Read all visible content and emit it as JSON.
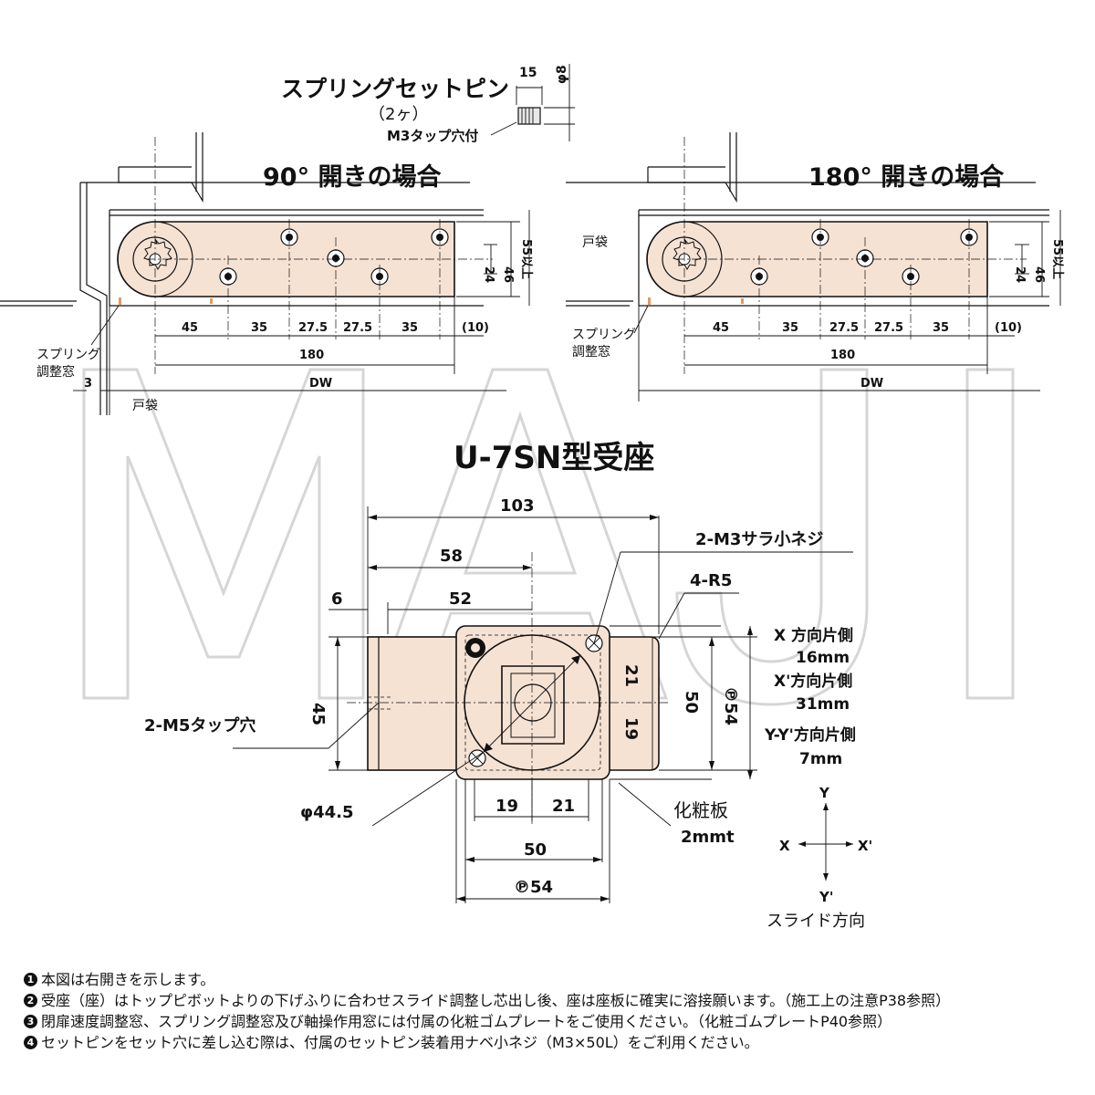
{
  "watermark": "MAJI",
  "spring_pin": {
    "title": "スプリングセットピン",
    "count": "（2ヶ）",
    "tap": "M3タップ穴付",
    "length": "15",
    "dia": "φ8"
  },
  "left_view": {
    "title": "90° 開きの場合",
    "dims": [
      "45",
      "35",
      "27.5",
      "27.5",
      "35",
      "(10)"
    ],
    "total": "180",
    "dw": "DW",
    "h24": "24",
    "h46": "46",
    "h55": "55以上",
    "spring_window": "スプリング\n調整窓",
    "gap": "3",
    "tobukuro": "戸袋"
  },
  "right_view": {
    "title": "180° 開きの場合",
    "dims": [
      "45",
      "35",
      "27.5",
      "27.5",
      "35",
      "(10)"
    ],
    "total": "180",
    "dw": "DW",
    "h24": "24",
    "h46": "46",
    "h55": "55以上",
    "spring_window": "スプリング\n調整窓",
    "tobukuro": "戸袋"
  },
  "receiver": {
    "title": "U-7SN型受座",
    "d103": "103",
    "d58": "58",
    "d6": "6",
    "d52": "52",
    "screw": "2-M3サラ小ネジ",
    "r5": "4-R5",
    "d45": "45",
    "tap": "2-M5タップ穴",
    "d21v": "21",
    "d19v": "19",
    "d50v": "50",
    "p54v": "℗54",
    "phi": "φ44.5",
    "d19h": "19",
    "d21h": "21",
    "d50h": "50",
    "p54h": "℗54",
    "plate": "化粧板",
    "plate_t": "2mmt",
    "x_dir": "X 方向片側",
    "x_val": "16mm",
    "xp_dir": "X'方向片側",
    "xp_val": "31mm",
    "yy_dir": "Y-Y'方向片側",
    "yy_val": "7mm",
    "ax_y": "Y",
    "ax_yp": "Y'",
    "ax_x": "X",
    "ax_xp": "X'",
    "slide": "スライド方向"
  },
  "notes": [
    {
      "num": "1",
      "text": "本図は右開きを示します。"
    },
    {
      "num": "2",
      "text": "受座（座）はトップピボットよりの下げふりに合わせスライド調整し芯出し後、座は座板に確実に溶接願います。（施工上の注意P38参照）"
    },
    {
      "num": "3",
      "text": "閉扉速度調整窓、スプリング調整窓及び軸操作用窓には付属の化粧ゴムプレートをご使用ください。（化粧ゴムプレートP40参照）"
    },
    {
      "num": "4",
      "text": "セットピンをセット穴に差し込む際は、付属のセットピン装着用ナベ小ネジ（M3×50L）をご利用ください。"
    }
  ]
}
